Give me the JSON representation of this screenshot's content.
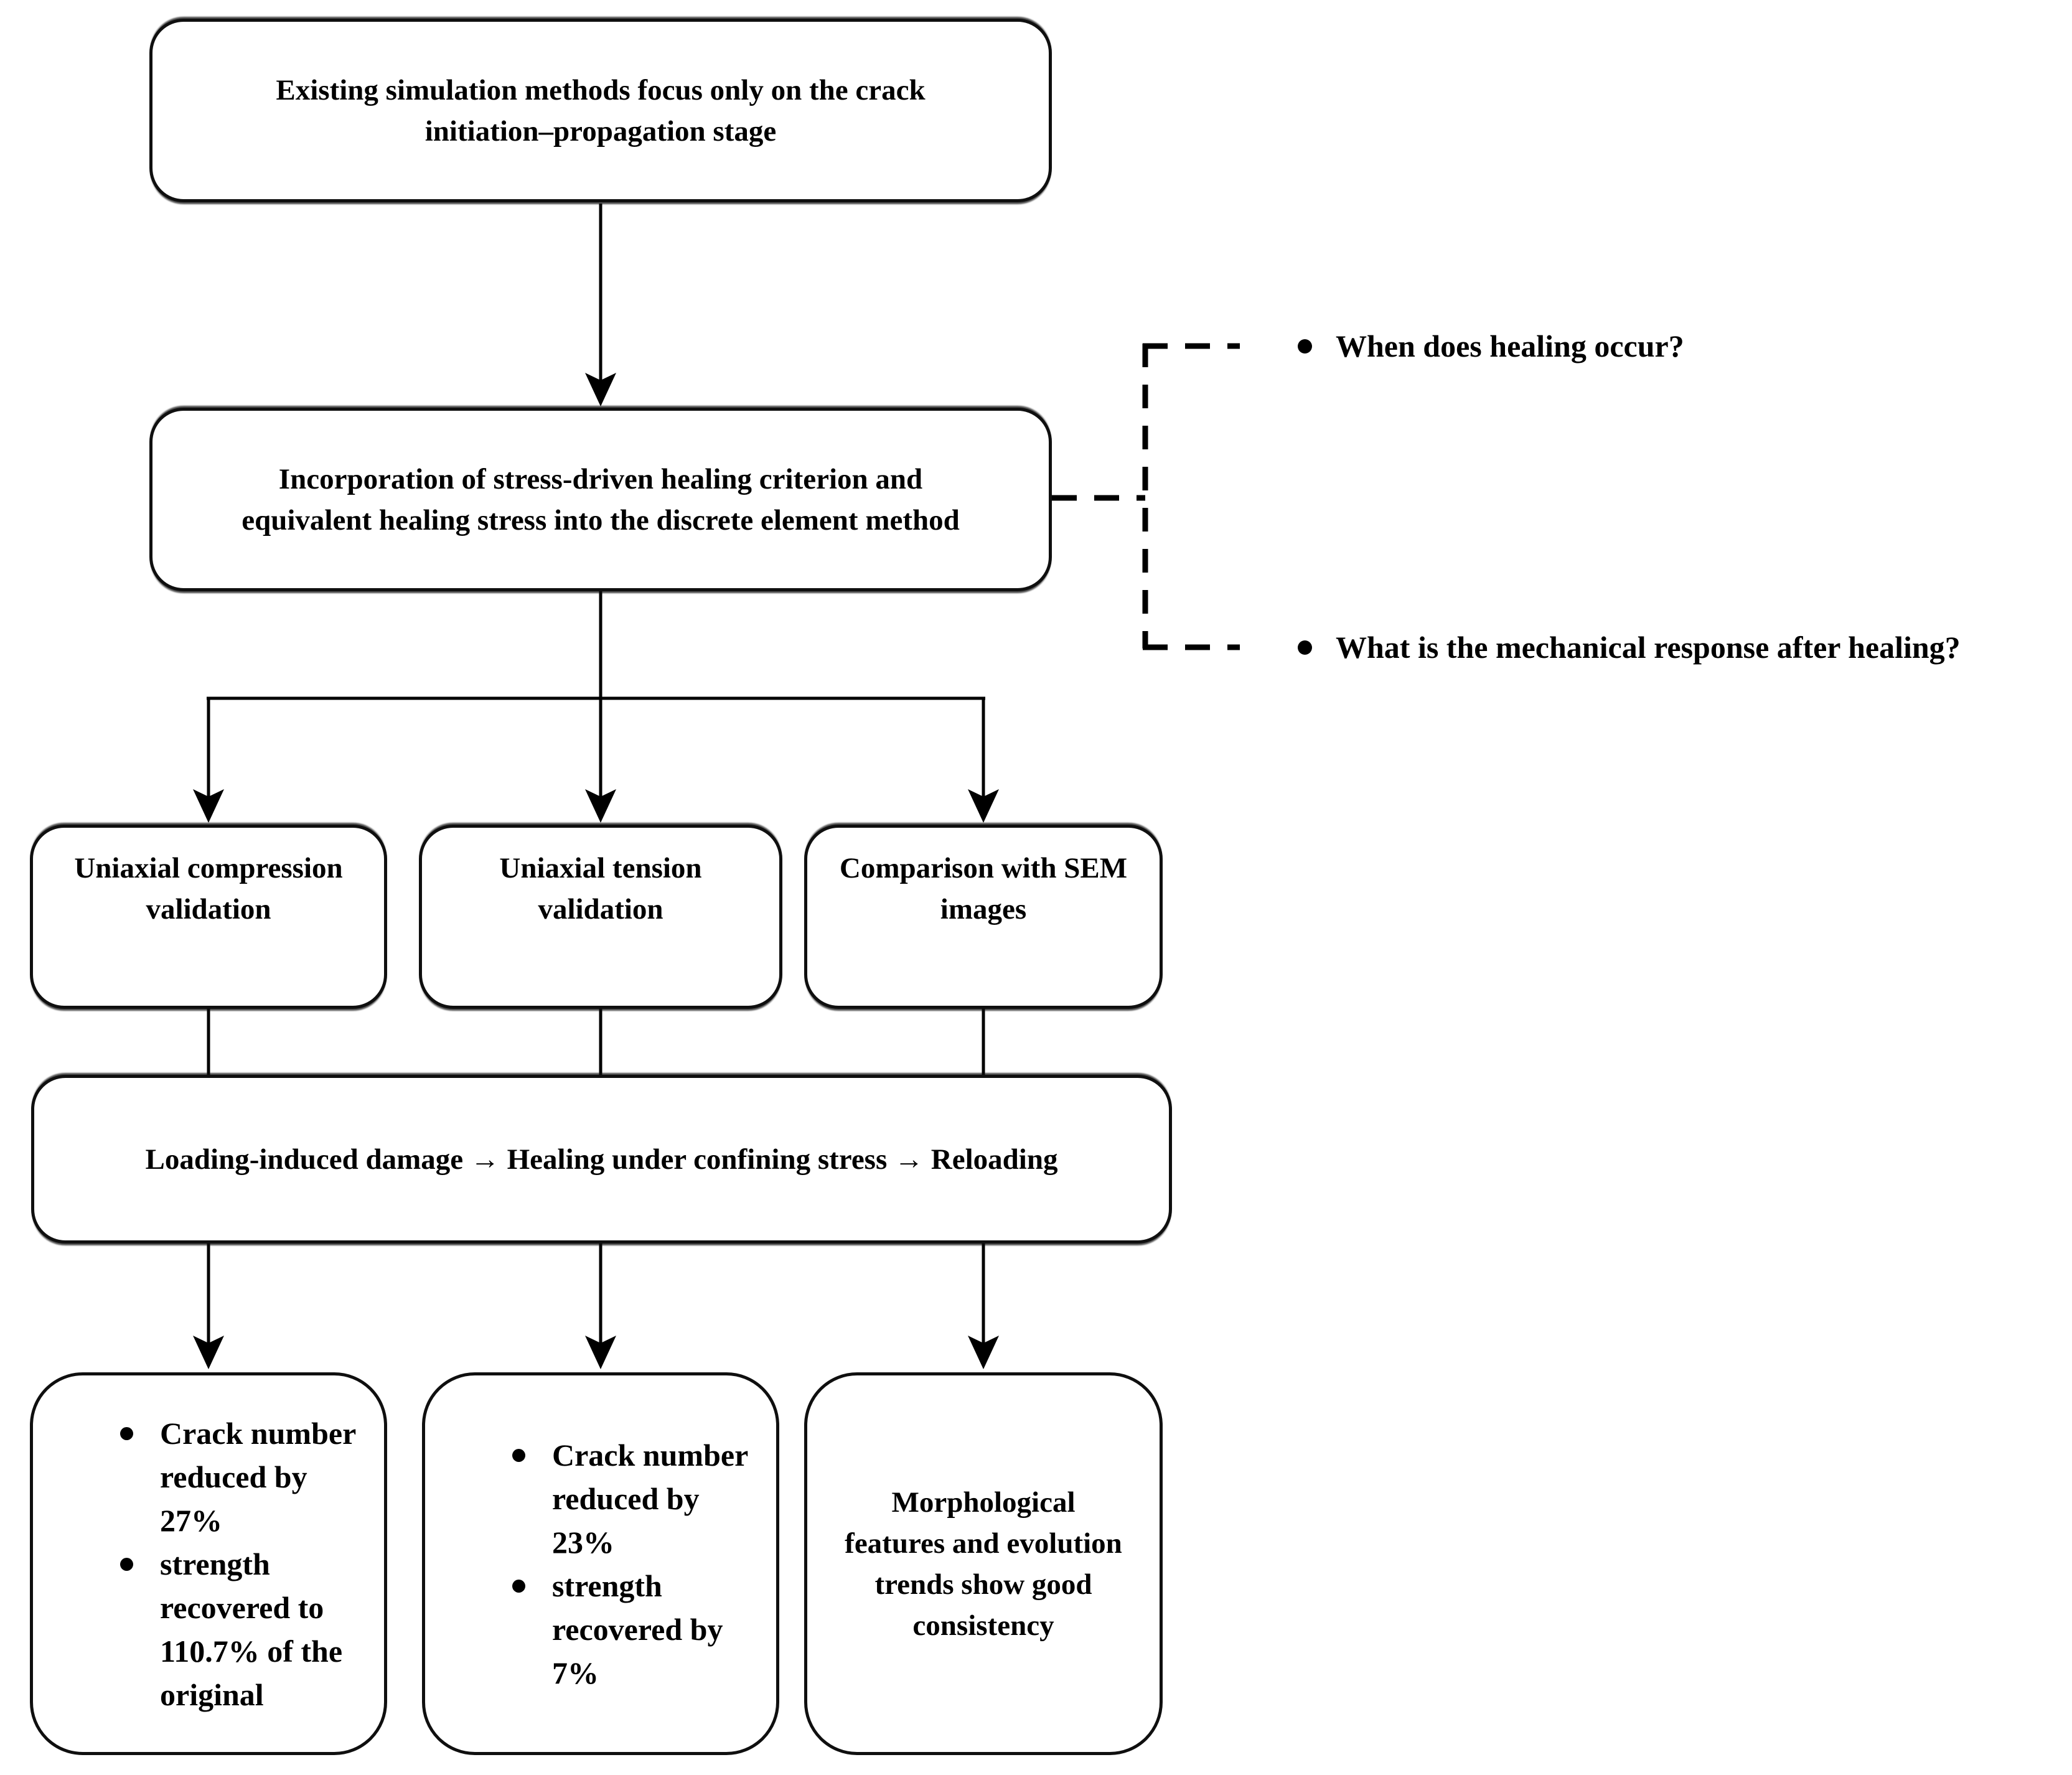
{
  "figure": {
    "type": "flowchart",
    "background": "#ffffff",
    "line_color": "#000000",
    "box_fill": "#ffffff",
    "box_border": "#0f0f0f"
  },
  "boxes": {
    "problem": "Existing simulation methods focus only on the crack\ninitiation–propagation stage",
    "method": "Incorporation of stress-driven healing criterion and\nequivalent healing stress into the discrete element method",
    "compression": "Uniaxial compression\nvalidation",
    "tension": "Uniaxial tension\nvalidation",
    "sem": "Comparison with SEM\nimages",
    "procedure": "Loading-induced damage → Healing under confining stress → Reloading"
  },
  "questions": {
    "q1": "When does healing occur?",
    "q2": "What is the mechanical response after healing?"
  },
  "results": {
    "compression": [
      "Crack number\nreduced by\n27%",
      "strength\nrecovered to\n110.7% of the\noriginal"
    ],
    "tension": [
      "Crack number\nreduced by\n23%",
      "strength\nrecovered by\n7%"
    ],
    "sem": "Morphological\nfeatures and evolution\ntrends show good\nconsistency"
  }
}
